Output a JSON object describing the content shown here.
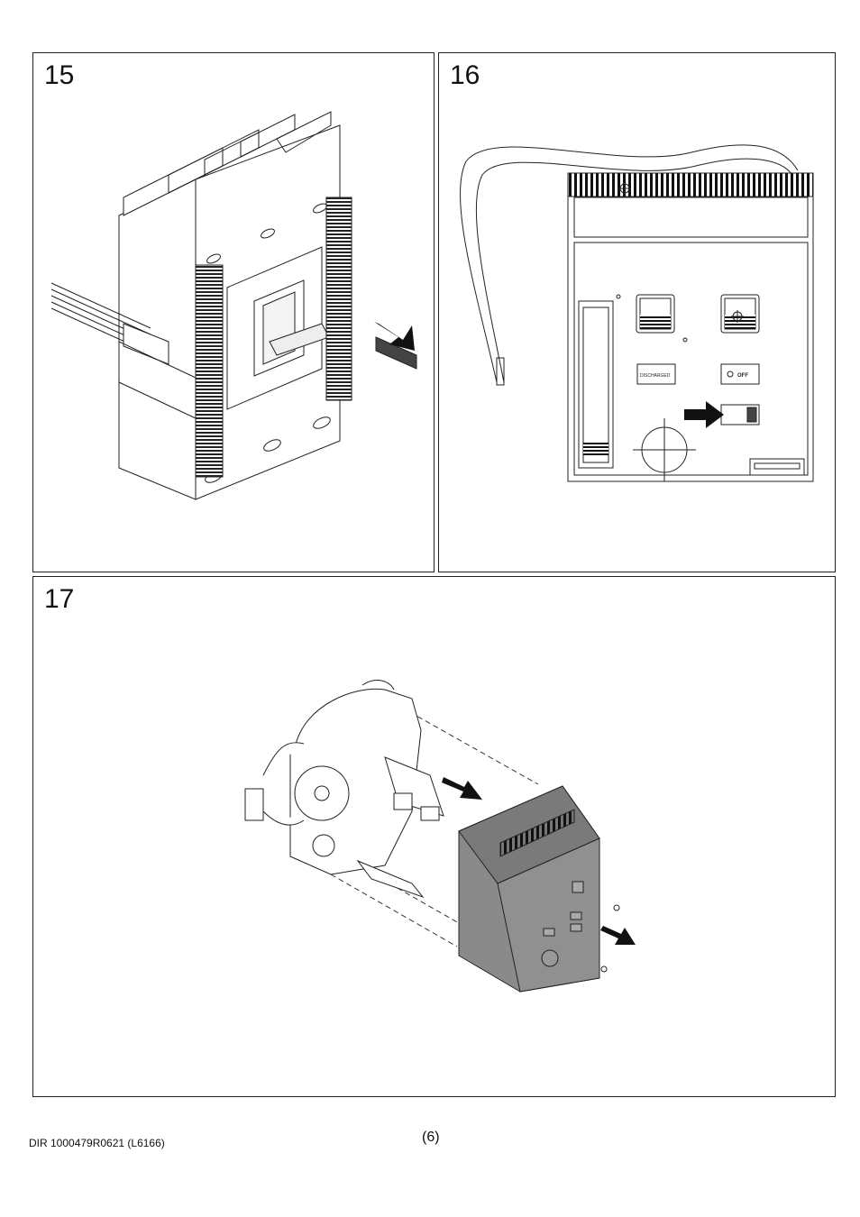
{
  "panels": [
    {
      "number": "15"
    },
    {
      "number": "16",
      "labels": {
        "discharged": "DISCHARGED",
        "off": "OFF"
      }
    },
    {
      "number": "17"
    }
  ],
  "footer": {
    "doc_code": "DIR 1000479R0621 (L6166)",
    "page_number": "(6)"
  }
}
